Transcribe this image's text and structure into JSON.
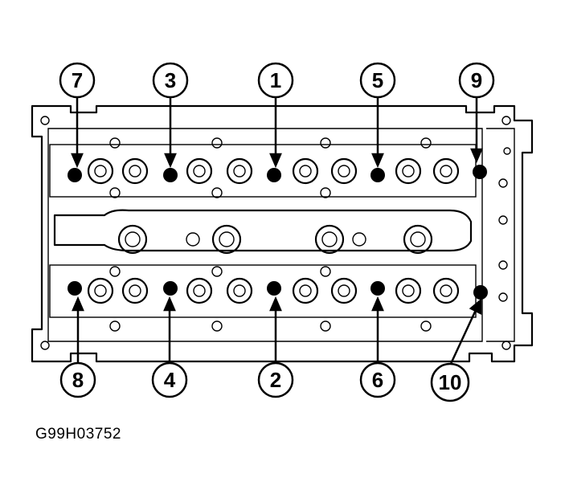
{
  "figure_code": "G99H03752",
  "callouts": {
    "c1": "1",
    "c2": "2",
    "c3": "3",
    "c4": "4",
    "c5": "5",
    "c6": "6",
    "c7": "7",
    "c8": "8",
    "c9": "9",
    "c10": "10"
  },
  "bolt_count": 10
}
